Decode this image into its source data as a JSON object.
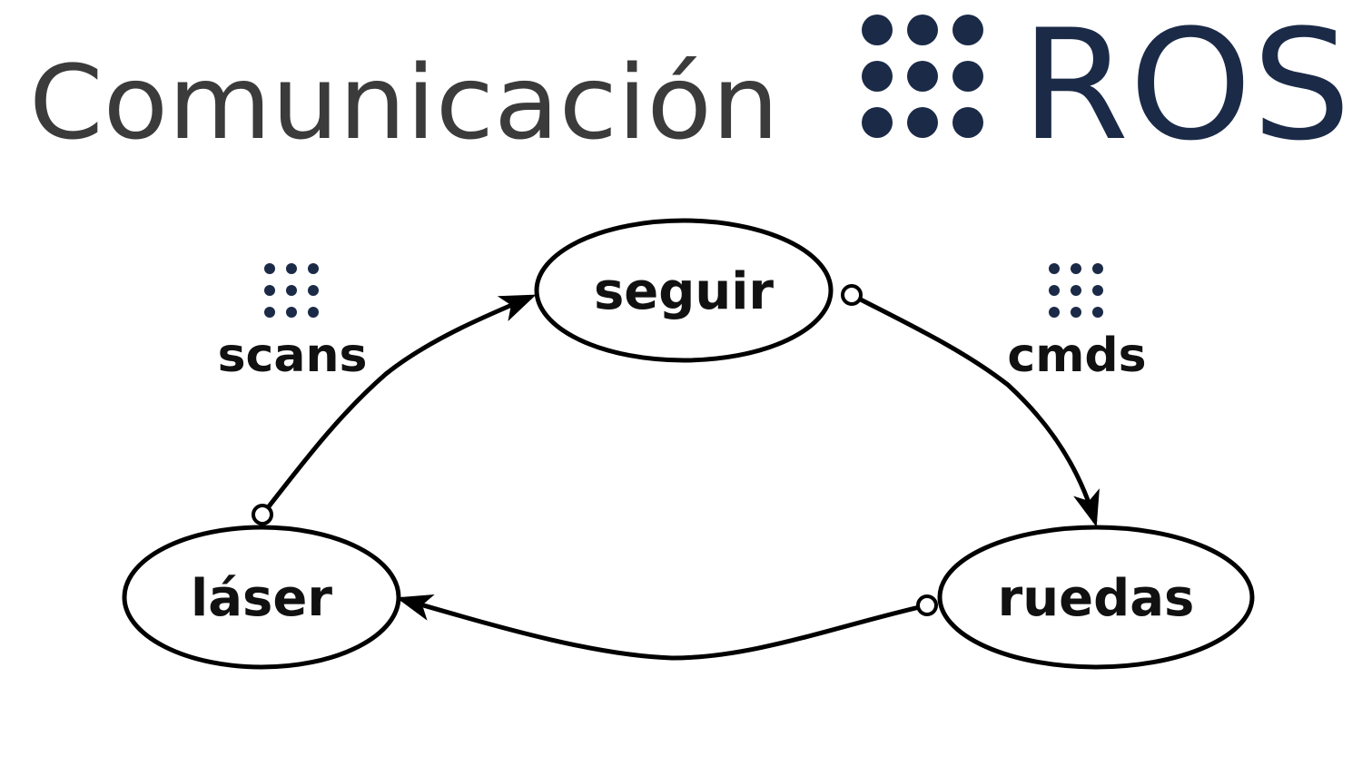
{
  "title": "Comunicación",
  "logo": {
    "text": "ROS",
    "icon": "ros-dots-icon",
    "color": "#1b2a47"
  },
  "nodes": {
    "laser": "láser",
    "seguir": "seguir",
    "ruedas": "ruedas"
  },
  "topics": {
    "scans": "scans",
    "cmds": "cmds"
  },
  "colors": {
    "title": "#3b3b3b",
    "stroke": "#000000",
    "icon": "#1b2a47"
  }
}
